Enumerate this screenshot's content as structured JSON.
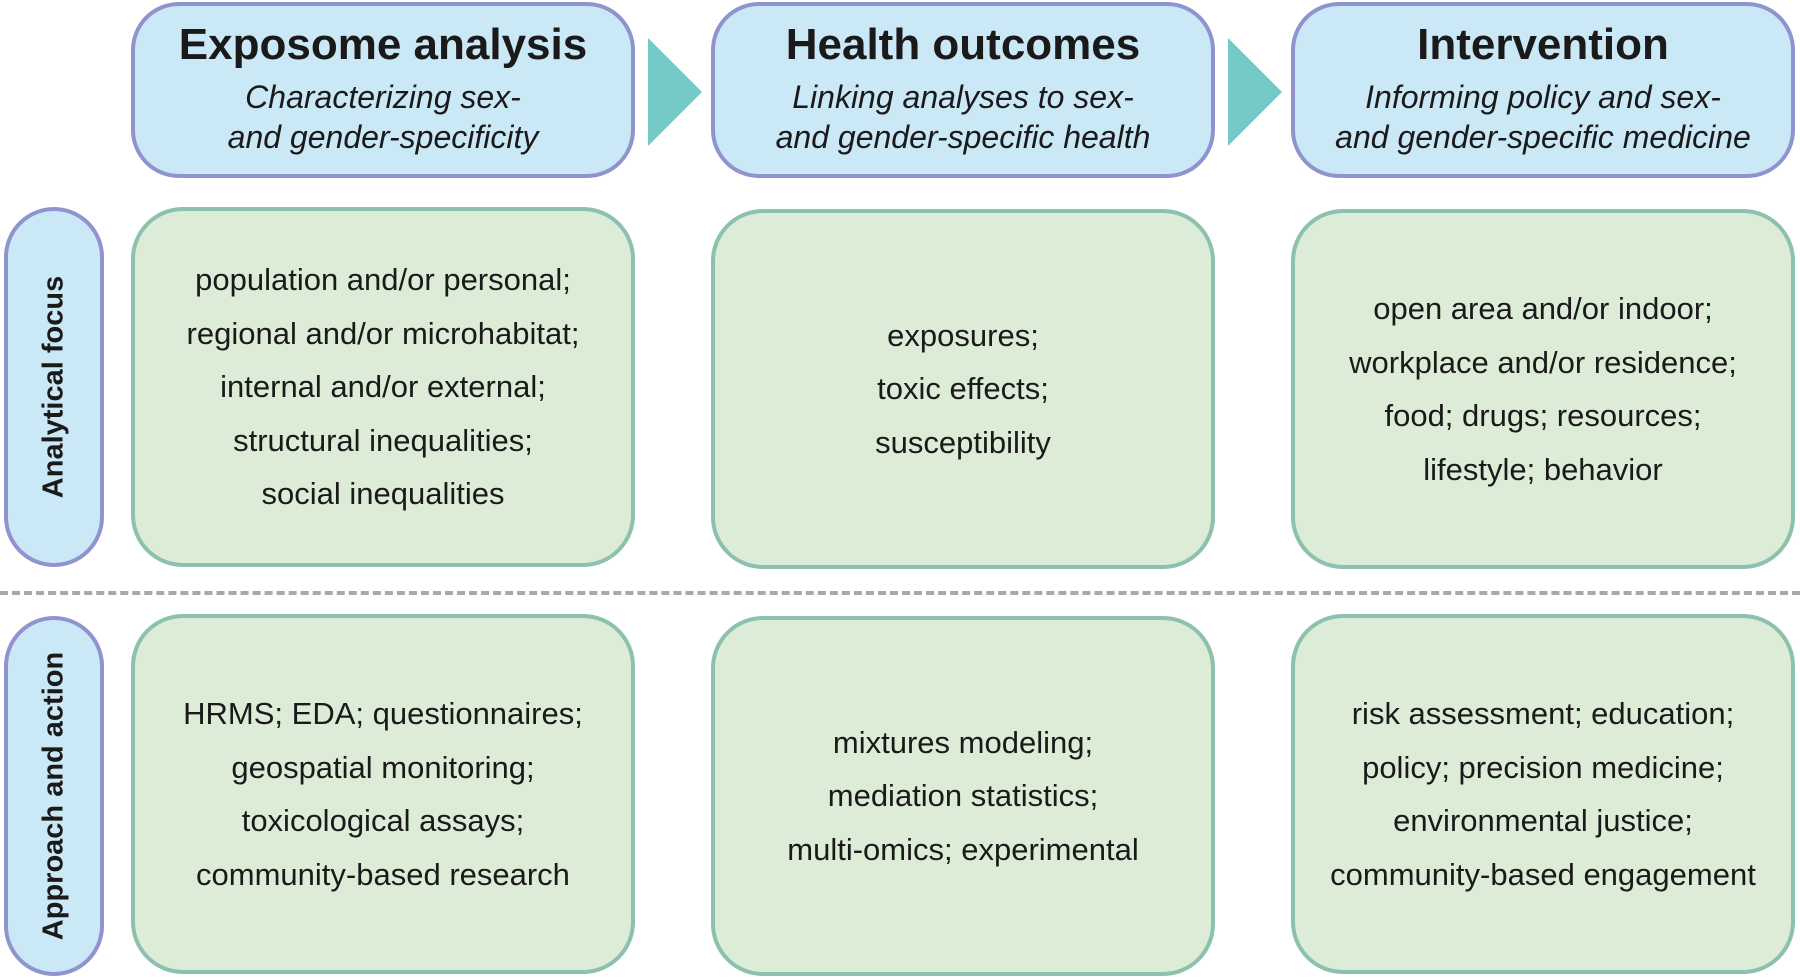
{
  "columns": [
    {
      "title": "Exposome analysis",
      "subtitle": [
        "Characterizing sex-",
        "and gender-specificity"
      ]
    },
    {
      "title": "Health outcomes",
      "subtitle": [
        "Linking analyses to sex-",
        "and gender-specific health"
      ]
    },
    {
      "title": "Intervention",
      "subtitle": [
        "Informing policy and sex-",
        "and gender-specific medicine"
      ]
    }
  ],
  "rows": [
    {
      "label": "Analytical focus",
      "cells": [
        [
          "population and/or personal;",
          "regional and/or microhabitat;",
          "internal and/or external;",
          "structural inequalities;",
          "social inequalities"
        ],
        [
          "exposures;",
          "toxic effects;",
          "susceptibility"
        ],
        [
          "open area and/or indoor;",
          "workplace and/or residence;",
          "food; drugs; resources;",
          "lifestyle; behavior"
        ]
      ]
    },
    {
      "label": "Approach and action",
      "cells": [
        [
          "HRMS; EDA; questionnaires;",
          "geospatial monitoring;",
          "toxicological assays;",
          "community-based research"
        ],
        [
          "mixtures modeling;",
          "mediation statistics;",
          "multi-omics; experimental"
        ],
        [
          "risk assessment; education;",
          "policy; precision medicine;",
          "environmental justice;",
          "community-based engagement"
        ]
      ]
    }
  ],
  "colors": {
    "header_fill": "#cbe8f6",
    "header_border": "#8f94cf",
    "content_fill": "#dcecd6",
    "content_border": "#8bc1ae",
    "arrow": "#73c9c6",
    "divider": "#a9a9a9"
  }
}
